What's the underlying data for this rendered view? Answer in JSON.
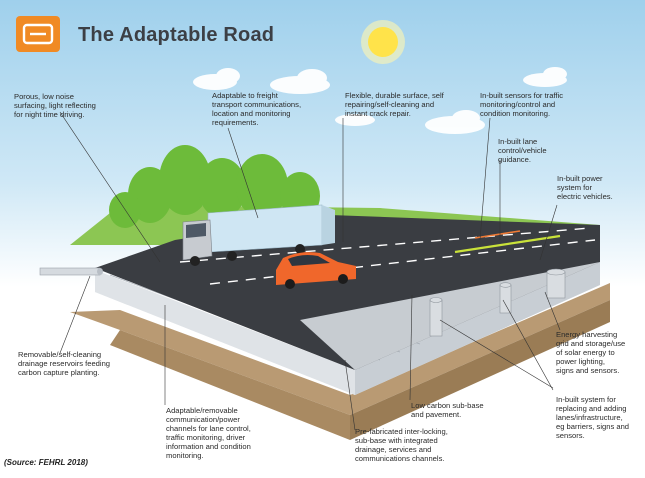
{
  "header": {
    "title": "The Adaptable Road",
    "logo_color": "#f08a24"
  },
  "source": "(Source: FEHRL 2018)",
  "labels": {
    "porous": "Porous, low noise\nsurfacing, light reflecting\nfor night time driving.",
    "freight": "Adaptable to freight\ntransport communications,\nlocation and monitoring\nrequirements.",
    "flexible": "Flexible, durable surface, self\nrepairing/self-cleaning and\ninstant crack repair.",
    "sensors": "In-built sensors for traffic\nmonitoring/control and\ncondition monitoring.",
    "lane_control": "In-built lane\ncontrol/vehicle\nguidance.",
    "power": "In-built power\nsystem for\nelectric vehicles.",
    "energy": "Energy harvesting\ngrid and storage/use\nof solar energy to\npower lighting,\nsigns and sensors.",
    "replacing": "In-built system for\nreplacing and adding\nlanes/infrastructure,\neg barriers, signs and\nsensors.",
    "low_carbon": "Low carbon sub-base\nand pavement.",
    "prefab": "Pre-fabricated inter-locking,\nsub-base with integrated\ndrainage, services and\ncommunications channels.",
    "channels": "Adaptable/removable\ncommunication/power\nchannels for lane control,\ntraffic monitoring, driver\ninformation and condition\nmonitoring.",
    "drainage": "Removable/self-cleaning\ndrainage reservoirs feeding\ncarbon capture planting."
  },
  "colors": {
    "asphalt": "#3a3d42",
    "concrete": "#e6e9ec",
    "soil": "#b99a73",
    "grass": "#7cc242",
    "car": "#f0672b",
    "truck_trailer": "#cfe6f3",
    "lane_marking": "#c9e23a"
  }
}
